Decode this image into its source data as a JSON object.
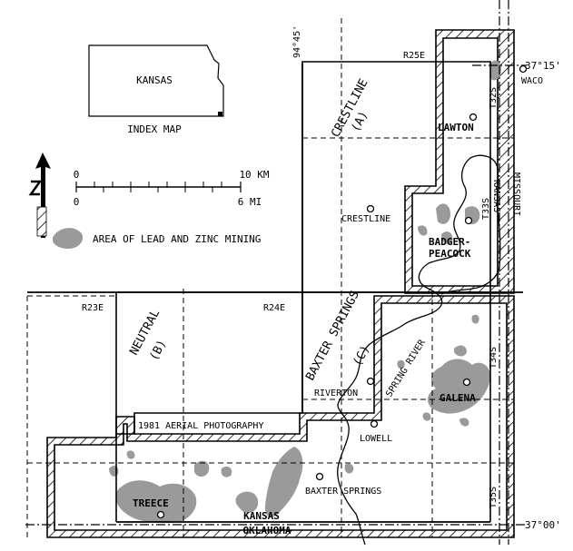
{
  "index_map": {
    "state_label": "KANSAS",
    "caption": "INDEX MAP"
  },
  "scale": {
    "km_zero": "0",
    "km_label": "10 KM",
    "mi_zero": "0",
    "mi_label": "6 MI"
  },
  "legend": {
    "mining_label": "AREA OF LEAD AND ZINC MINING"
  },
  "coordinates": {
    "lon_top": "94°45'",
    "lat_north": "37°15'",
    "lat_south": "37°00'"
  },
  "ranges": {
    "r25e": "R25E",
    "r24e": "R24E",
    "r23e": "R23E"
  },
  "townships": {
    "t32s": "T32S",
    "t33s": "T33S",
    "t34s": "T34S",
    "t35s": "T35S"
  },
  "areas": {
    "crestline": {
      "name": "CRESTLINE",
      "code": "(A)"
    },
    "neutral": {
      "name": "NEUTRAL",
      "code": "(B)"
    },
    "baxter": {
      "name": "BAXTER SPRINGS",
      "code": "(C)"
    },
    "photo_label": "1981 AERIAL PHOTOGRAPHY"
  },
  "states": {
    "kansas_r": "KANSAS",
    "missouri": "MISSOURI",
    "kansas_b": "KANSAS",
    "oklahoma": "OKLAHOMA"
  },
  "towns": {
    "waco": "WACO",
    "lawton": "LAWTON",
    "crestline": "CRESTLINE",
    "badger_1": "BADGER-",
    "badger_2": "PEACOCK",
    "riverton": "RIVERTON",
    "galena": "GALENA",
    "lowell": "LOWELL",
    "baxter_springs": "BAXTER SPRINGS",
    "treece": "TREECE"
  },
  "river": "SPRING RIVER",
  "colors": {
    "ink": "#000000",
    "mining": "#9a9a9a",
    "paper": "#ffffff"
  }
}
